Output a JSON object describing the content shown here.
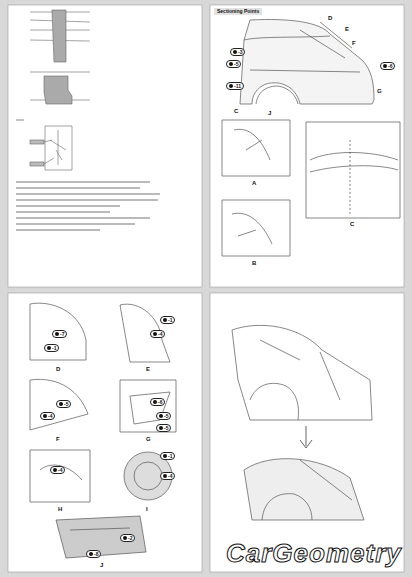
{
  "diagram": {
    "labels": [
      "Sectioning Points",
      "-3",
      "-5",
      "-11",
      "-6",
      "D",
      "E",
      "F",
      "G",
      "C",
      "J",
      "A",
      "B",
      "C",
      "-7",
      "-1",
      "-1",
      "-4",
      "-5",
      "-4",
      "-6",
      "-5",
      "-5",
      "-4",
      "-1",
      "-4",
      "-2",
      "-8",
      "D",
      "E",
      "F",
      "G",
      "H",
      "I",
      "J",
      "CarGeometry"
    ]
  }
}
